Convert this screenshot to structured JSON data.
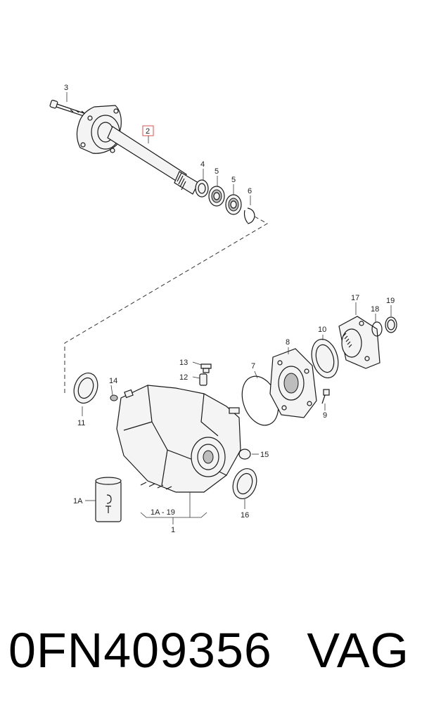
{
  "callouts": {
    "c1": "1",
    "c1a": "1A",
    "c1a19": "1A - 19",
    "c2": "2",
    "c3": "3",
    "c4": "4",
    "c5a": "5",
    "c5b": "5",
    "c6": "6",
    "c7": "7",
    "c8": "8",
    "c9": "9",
    "c10": "10",
    "c11": "11",
    "c12": "12",
    "c13": "13",
    "c14": "14",
    "c15": "15",
    "c16": "16",
    "c17": "17",
    "c18": "18",
    "c19": "19"
  },
  "highlight_color": "#d9534f",
  "caption": {
    "part_number": "0FN409356",
    "brand": "VAG"
  }
}
